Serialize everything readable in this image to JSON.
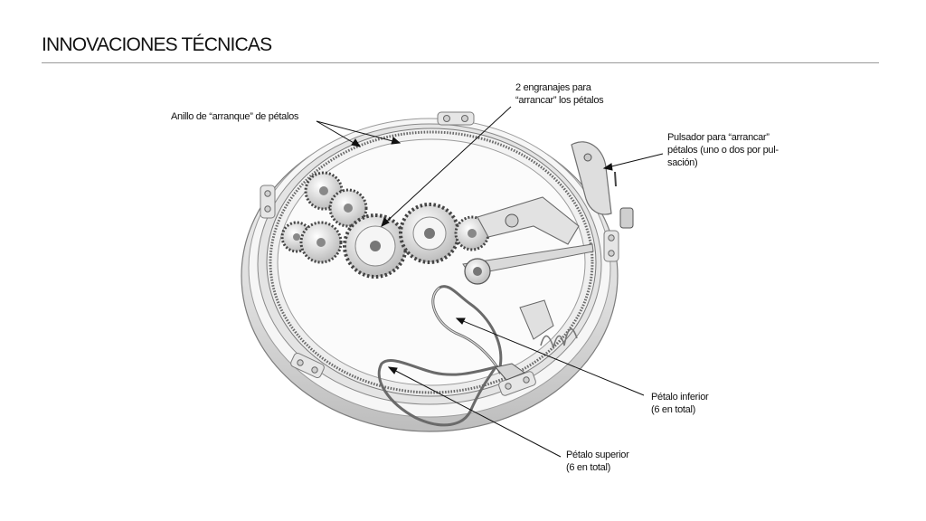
{
  "header": {
    "title": "INNOVACIONES TÉCNICAS"
  },
  "annotations": {
    "ring": {
      "line1": "Anillo de “arranque” de pétalos"
    },
    "gears": {
      "line1": "2 engranajes para",
      "line2": "“arrancar” los pétalos"
    },
    "pusher": {
      "line1": "Pulsador para “arrancar”",
      "line2": "pétalos (uno o dos por pul-",
      "line3": "sación)"
    },
    "lower_petal": {
      "line1": "Pétalo inferior",
      "line2": "(6 en total)"
    },
    "upper_petal": {
      "line1": "Pétalo superior",
      "line2": "(6 en total)"
    }
  },
  "colors": {
    "line": "#111111",
    "metal_light": "#f2f2f2",
    "metal_mid": "#c9c9c9",
    "metal_dark": "#8a8a8a"
  }
}
